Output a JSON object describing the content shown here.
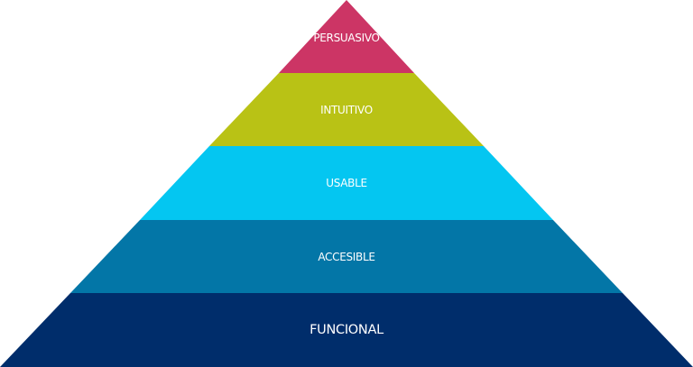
{
  "pyramid": {
    "tiers": [
      {
        "label": "PERSUASIVO",
        "color": "#cc3565"
      },
      {
        "label": "INTUITIVO",
        "color": "#b9c215"
      },
      {
        "label": "USABLE",
        "color": "#04c6f1"
      },
      {
        "label": "ACCESIBLE",
        "color": "#0376a7"
      },
      {
        "label": "FUNCIONAL",
        "color": "#002d6b"
      }
    ]
  }
}
